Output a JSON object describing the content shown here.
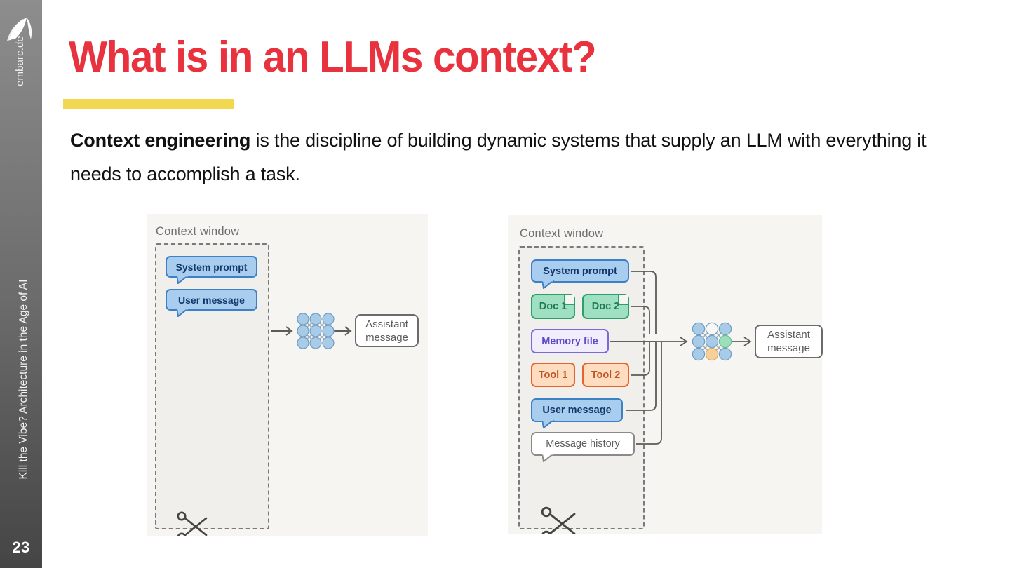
{
  "sidebar": {
    "logo_icon": "embarc-sail-logo",
    "brand": "embarc.de",
    "deck_title": "Kill the Vibe? Architecture in the Age of AI",
    "page_number": "23"
  },
  "slide": {
    "title": "What is in an LLMs context?",
    "accent_color": "#f2d750",
    "title_color": "#e8333f",
    "body_bold": "Context engineering",
    "body_rest": " is the discipline of building dynamic systems that supply an LLM with everything it needs to accomplish a task."
  },
  "diagram_left": {
    "context_window_label": "Context window",
    "items": [
      {
        "label": "System prompt",
        "type": "bubble-blue"
      },
      {
        "label": "User message",
        "type": "bubble-blue"
      }
    ],
    "output_line1": "Assistant",
    "output_line2": "message",
    "scissors_icon": "scissors-icon",
    "model_icon": "neural-network-icon"
  },
  "diagram_right": {
    "context_window_label": "Context window",
    "items": [
      {
        "label": "System prompt",
        "type": "bubble-blue"
      },
      {
        "label": "Doc 1",
        "type": "doc"
      },
      {
        "label": "Doc 2",
        "type": "doc"
      },
      {
        "label": "Memory file",
        "type": "memory"
      },
      {
        "label": "Tool 1",
        "type": "tool"
      },
      {
        "label": "Tool 2",
        "type": "tool"
      },
      {
        "label": "User message",
        "type": "bubble-blue"
      },
      {
        "label": "Message history",
        "type": "bubble-white"
      }
    ],
    "output_line1": "Assistant",
    "output_line2": "message",
    "scissors_icon": "scissors-icon",
    "model_icon": "neural-network-icon"
  }
}
